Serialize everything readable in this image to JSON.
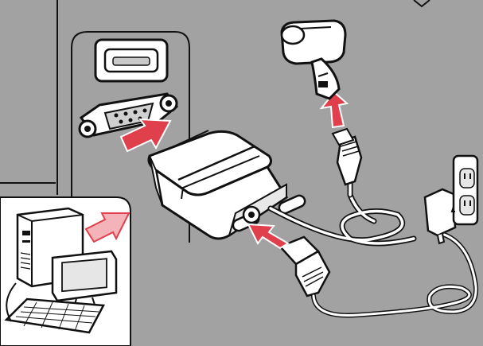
{
  "diagram": {
    "colors": {
      "background": "#a2a2a2",
      "outline": "#111111",
      "device": "#ffffff",
      "arrow": "#e0404c",
      "arrow_light": "#f4b3b8",
      "inset": "#ffffff"
    },
    "parts": [
      "serial-port",
      "video-port",
      "cable-connector",
      "barcode-scanner",
      "power-adapter",
      "wall-outlet",
      "host-computer"
    ]
  }
}
